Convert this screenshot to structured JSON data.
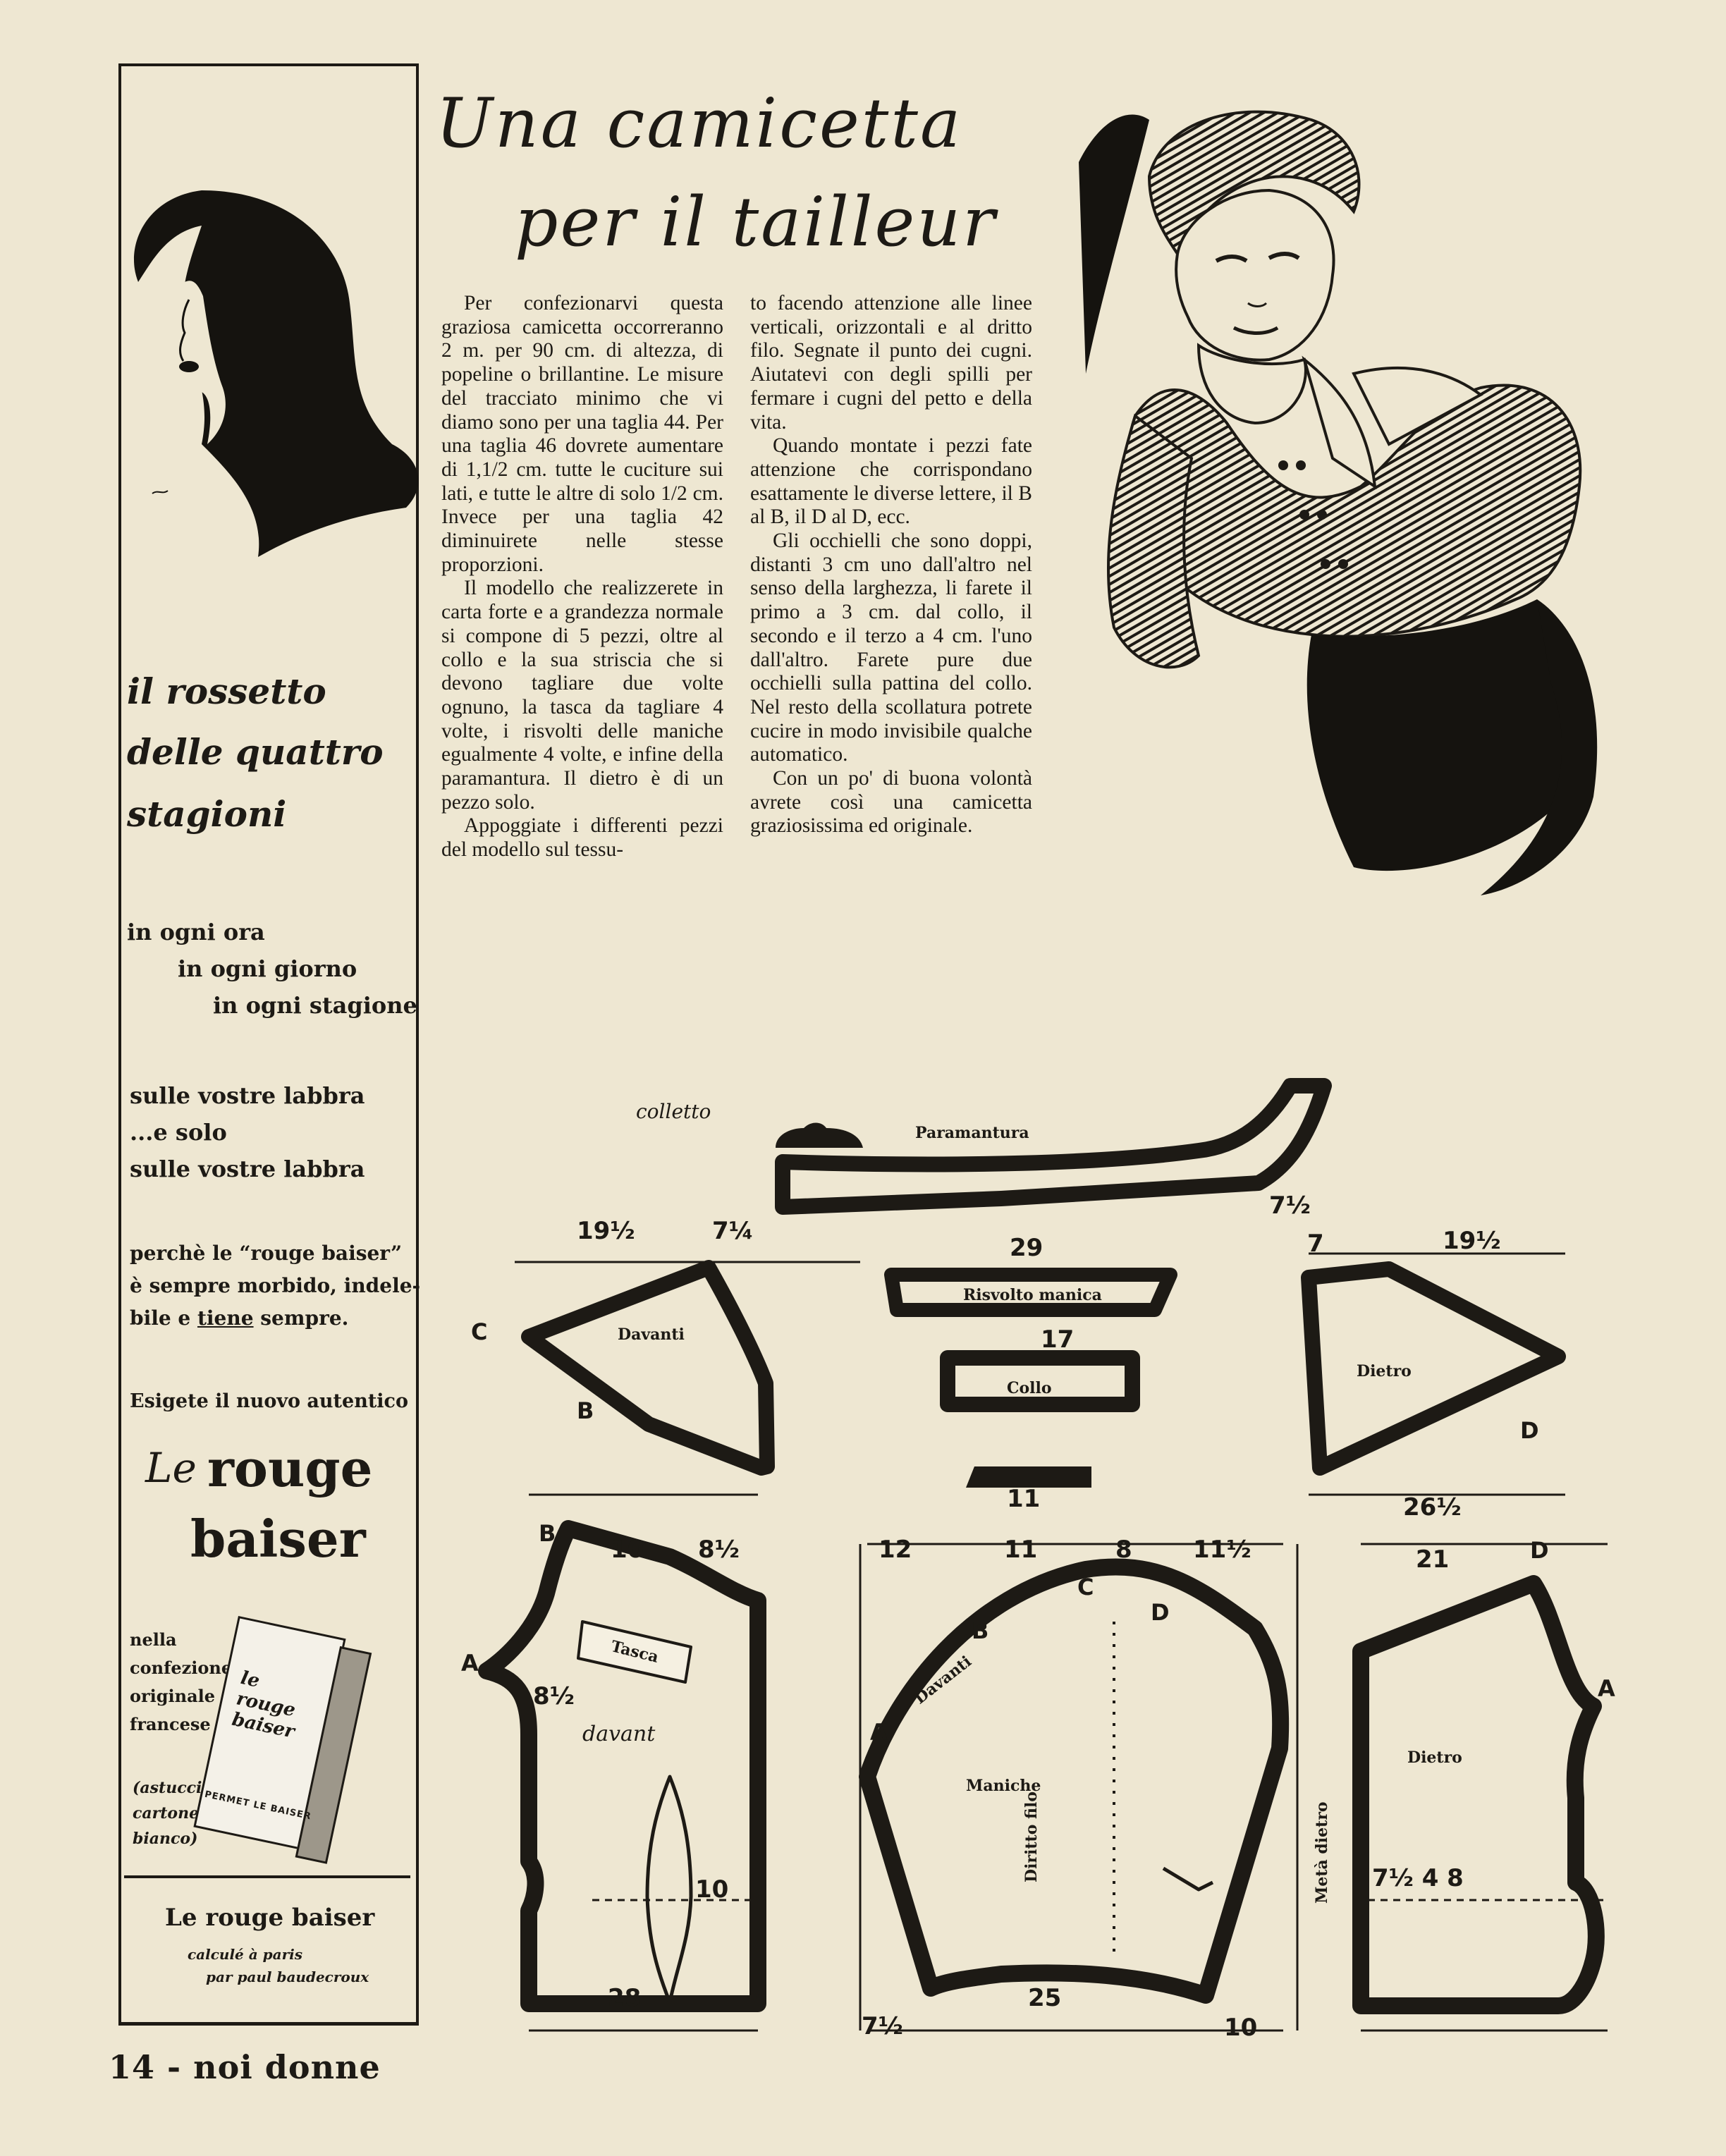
{
  "article": {
    "title_line1": "Una camicetta",
    "title_line2": "per il tailleur",
    "col1_p1": "Per confezionarvi questa graziosa camicetta occorreranno 2 m. per 90 cm. di altezza, di popeline o brillantine. Le misure del tracciato minimo che vi diamo sono per una taglia 44. Per una taglia 46 dovrete aumentare di 1,1/2 cm. tutte le cuciture sui lati, e tutte le altre di solo 1/2 cm. Invece per una taglia 42 diminuirete nelle stesse proporzioni.",
    "col1_p2": "Il modello che realizzerete in carta forte e a grandezza normale si compone di 5 pezzi, oltre al collo e la sua striscia che si devono tagliare due volte ognuno, la tasca da tagliare 4 volte, i risvolti delle maniche egualmente 4 volte, e infine della paramantura. Il dietro è di un pezzo solo.",
    "col1_p3": "Appoggiate i differenti pezzi del modello sul tessu-",
    "col2_p1": "to facendo attenzione alle linee verticali, orizzontali e al dritto filo. Segnate il punto dei cugni. Aiutatevi con degli spilli per fermare i cugni del petto e della vita.",
    "col2_p2": "Quando montate i pezzi fate attenzione che corrispondano esattamente le diverse lettere, il B al B, il D al D, ecc.",
    "col2_p3": "Gli occhielli che sono doppi, distanti 3 cm uno dall'altro nel senso della larghezza, li farete il primo a 3 cm. dal collo, il secondo e il terzo a 4 cm. l'uno dall'altro. Farete pure due occhielli sulla pattina del collo. Nel resto della scollatura potrete cucire in modo invisibile qualche automatico.",
    "col2_p4": "Con un po' di buona volontà avrete così una camicetta graziosissima ed originale."
  },
  "ad": {
    "slogan_1": "il rossetto",
    "slogan_2": "delle quattro",
    "slogan_3": "stagioni",
    "line_ora": "in ogni ora",
    "line_giorno": "in ogni giorno",
    "line_stagione": "in ogni stagione",
    "labbra_1": "sulle vostre labbra",
    "labbra_2": "...e solo",
    "labbra_3": "sulle vostre labbra",
    "perche_1": "perchè le “rouge baiser”",
    "perche_2": "è sempre morbido, indele-",
    "perche_3a": "bile e ",
    "perche_3b": "tiene",
    "perche_3c": " sempre.",
    "esigete": "Esigete il nuovo autentico",
    "brand_le": "Le",
    "brand_rouge": "rouge",
    "brand_baiser": "baiser",
    "pack_1": "nella",
    "pack_2": "confezione",
    "pack_3": "originale",
    "pack_4": "francese",
    "paren_1": "(astuccio",
    "paren_2": "cartone",
    "paren_3": "bianco)",
    "box_le": "le",
    "box_rouge": "rouge",
    "box_baiser": "baiser",
    "box_permet": "PERMET LE BAISER",
    "bottom_brand": "Le rouge baiser",
    "bottom_2": "calculé à paris",
    "bottom_3": "par paul baudecroux"
  },
  "patterns": {
    "paramantura": "Paramantura",
    "risvolto": "Risvolto manica",
    "collo": "Collo",
    "davanti_top": "Davanti",
    "dietro_top": "Dietro",
    "tasca": "Tasca",
    "davanti_script": "davant",
    "davanti_sleeve": "Davanti",
    "maniche": "Maniche",
    "diritto_filo": "Diritto filo",
    "dietro_bottom": "Dietro",
    "meta_dietro": "Metà dietro",
    "mark_colletto": "colletto"
  },
  "footer": {
    "page": "14 - noi donne"
  }
}
